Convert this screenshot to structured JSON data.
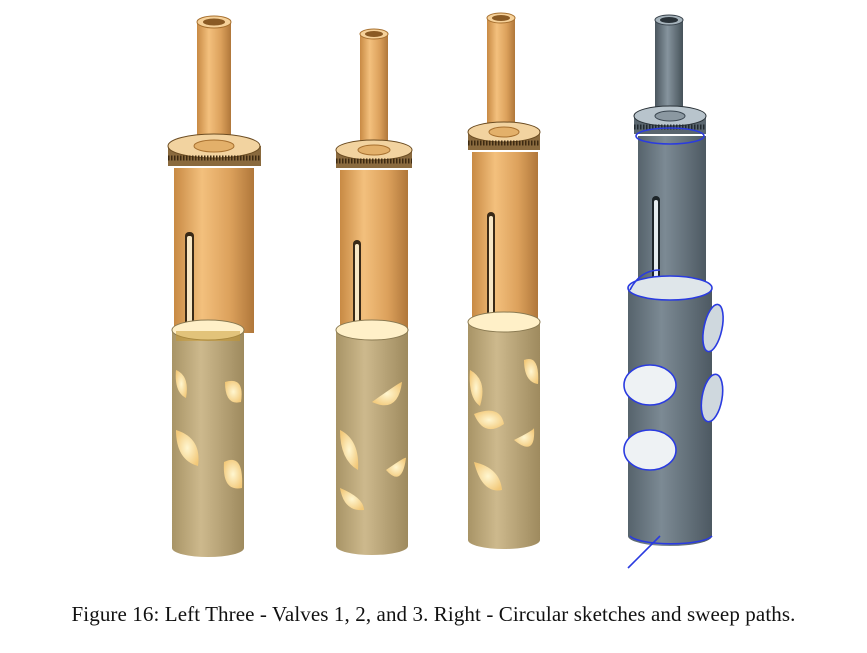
{
  "figure": {
    "caption": "Figure 16: Left Three - Valves 1, 2, and 3. Right - Circular sketches and sweep paths.",
    "items": [
      {
        "id": "valve-1",
        "style": "solid"
      },
      {
        "id": "valve-2",
        "style": "solid"
      },
      {
        "id": "valve-3",
        "style": "solid"
      },
      {
        "id": "valve-sketch",
        "style": "sketch"
      }
    ],
    "colors": {
      "brass": "#e0a560",
      "brass_dark": "#b97f3d",
      "sleeve": "#c8b387",
      "sleeve_dark": "#a48f63",
      "hole_glow": "#ffe8a6",
      "gray": "#6c7b86",
      "gray_dark": "#4e5a63",
      "sketch_line": "#2a3be0"
    }
  }
}
